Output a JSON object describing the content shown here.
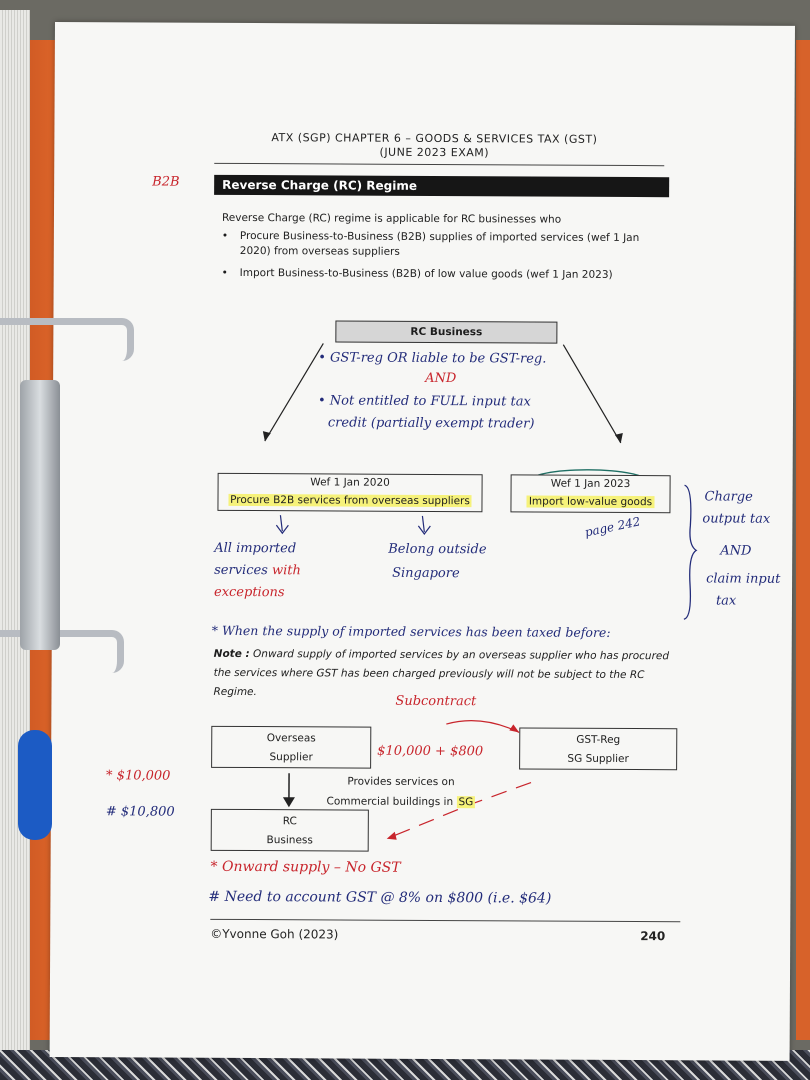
{
  "header": {
    "line1": "ATX (SGP) CHAPTER 6 – GOODS & SERVICES TAX (GST)",
    "line2": "(JUNE 2023 EXAM)"
  },
  "section_title": "Reverse Charge (RC) Regime",
  "intro": "Reverse Charge (RC) regime is applicable for RC businesses who",
  "bullets": [
    "Procure Business-to-Business (B2B) supplies of imported services (wef 1 Jan 2020) from overseas suppliers",
    "Import Business-to-Business (B2B) of low value goods (wef 1 Jan 2023)"
  ],
  "rc_business": "RC Business",
  "box_2020": {
    "title": "Wef 1 Jan 2020",
    "desc": "Procure B2B services from overseas suppliers"
  },
  "box_2023": {
    "title": "Wef 1 Jan 2023",
    "desc": "Import low-value goods"
  },
  "note": {
    "label": "Note :",
    "text": "Onward supply of imported services by an overseas supplier who has procured the services where GST has been charged previously will not be subject to the RC Regime."
  },
  "flow": {
    "overseas_line1": "Overseas",
    "overseas_line2": "Supplier",
    "gstreg_line1": "GST-Reg",
    "gstreg_line2": "SG Supplier",
    "rc_line1": "RC",
    "rc_line2": "Business",
    "provides_line1": "Provides services on",
    "provides_line2_a": "Commercial buildings in ",
    "provides_line2_b": "SG"
  },
  "footer": {
    "left": "©Yvonne Goh (2023)",
    "right": "240"
  },
  "handwriting": {
    "b2b": "B2B",
    "cond1": "• GST-reg OR liable to be GST-reg.",
    "and": "AND",
    "cond2": "• Not entitled to FULL input tax",
    "cond2b": "credit (partially exempt trader)",
    "all_imported": "All imported",
    "services_with": "services",
    "with": "with",
    "exceptions": "exceptions",
    "belong": "Belong outside",
    "singapore": "Singapore",
    "page": "page 242",
    "charge": "Charge",
    "output_tax": "output tax",
    "and2": "AND",
    "claim": "claim input",
    "tax": "tax",
    "star_note": "* When the supply of imported services has been taxed before:",
    "subcontract": "Subcontract",
    "amount": "$10,000 + $800",
    "star_amt": "* $10,000",
    "hash_amt": "# $10,800",
    "onward": "* Onward supply – No GST",
    "need": "# Need to account GST @ 8% on $800 (i.e. $64)"
  }
}
